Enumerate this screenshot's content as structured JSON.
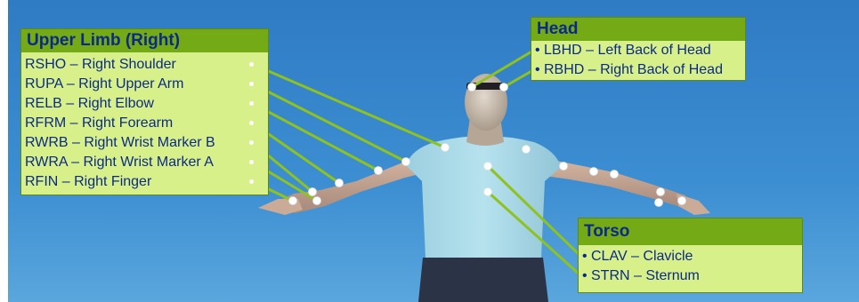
{
  "colors": {
    "panel_fill": "#d8f08a",
    "panel_header": "#74aa16",
    "label_text": "#0b2a88",
    "leader_line": "#8fc21f",
    "marker": "#ffffff",
    "background_top": "#2f7bc4",
    "shirt": "#a8d8e6",
    "pants": "#2a3446"
  },
  "panels": {
    "upper_limb": {
      "title": "Upper Limb (Right)",
      "items": [
        "RSHO – Right Shoulder",
        "RUPA – Right Upper Arm",
        "RELB – Right Elbow",
        "RFRM – Right Forearm",
        "RWRB – Right Wrist Marker B",
        "RWRA – Right Wrist Marker A",
        "RFIN – Right Finger"
      ]
    },
    "head": {
      "title": "Head",
      "items": [
        "LBHD – Left Back of Head",
        "RBHD – Right Back of Head"
      ]
    },
    "torso": {
      "title": "Torso",
      "items": [
        "CLAV – Clavicle",
        "STRN – Sternum"
      ]
    }
  }
}
